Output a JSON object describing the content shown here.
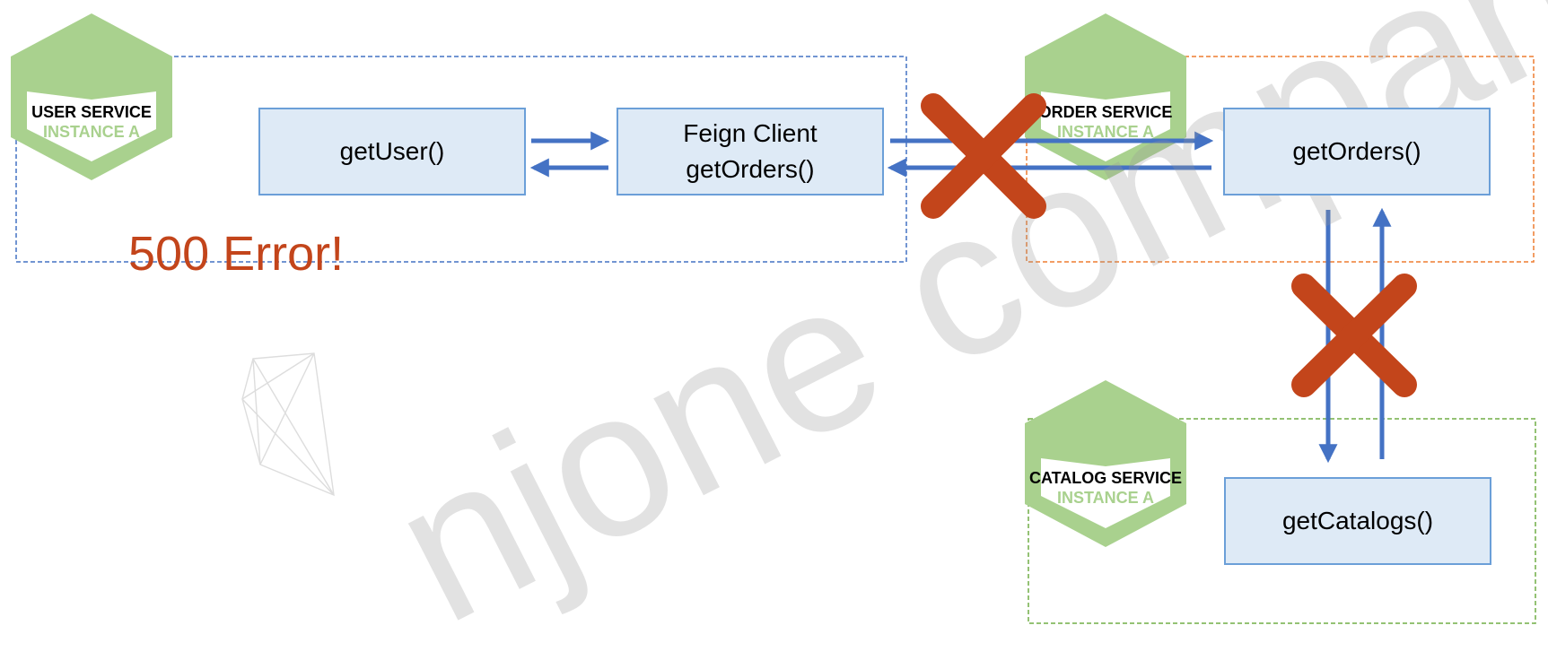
{
  "services": {
    "user": {
      "name": "USER SERVICE",
      "instance": "INSTANCE A"
    },
    "order": {
      "name": "ORDER SERVICE",
      "instance": "INSTANCE A"
    },
    "catalog": {
      "name": "CATALOG SERVICE",
      "instance": "INSTANCE A"
    }
  },
  "boxes": {
    "get_user": "getUser()",
    "feign_title": "Feign Client",
    "feign_method": "getOrders()",
    "get_orders": "getOrders()",
    "get_catalogs": "getCatalogs()"
  },
  "error_message": "500 Error!",
  "watermark": "njone company",
  "colors": {
    "hex_green": "#a9d18e",
    "arrow_blue": "#4472c4",
    "error_red": "#c3451b",
    "box_fill": "#deeaf6",
    "box_border": "#6b9fd8",
    "user_border": "#4472c4",
    "order_border": "#ed7d31",
    "catalog_border": "#70ad47"
  },
  "icons": {
    "hexagon": "service-hexagon-icon",
    "failure": "x-mark-icon",
    "logo": "wireframe-logo-icon"
  }
}
